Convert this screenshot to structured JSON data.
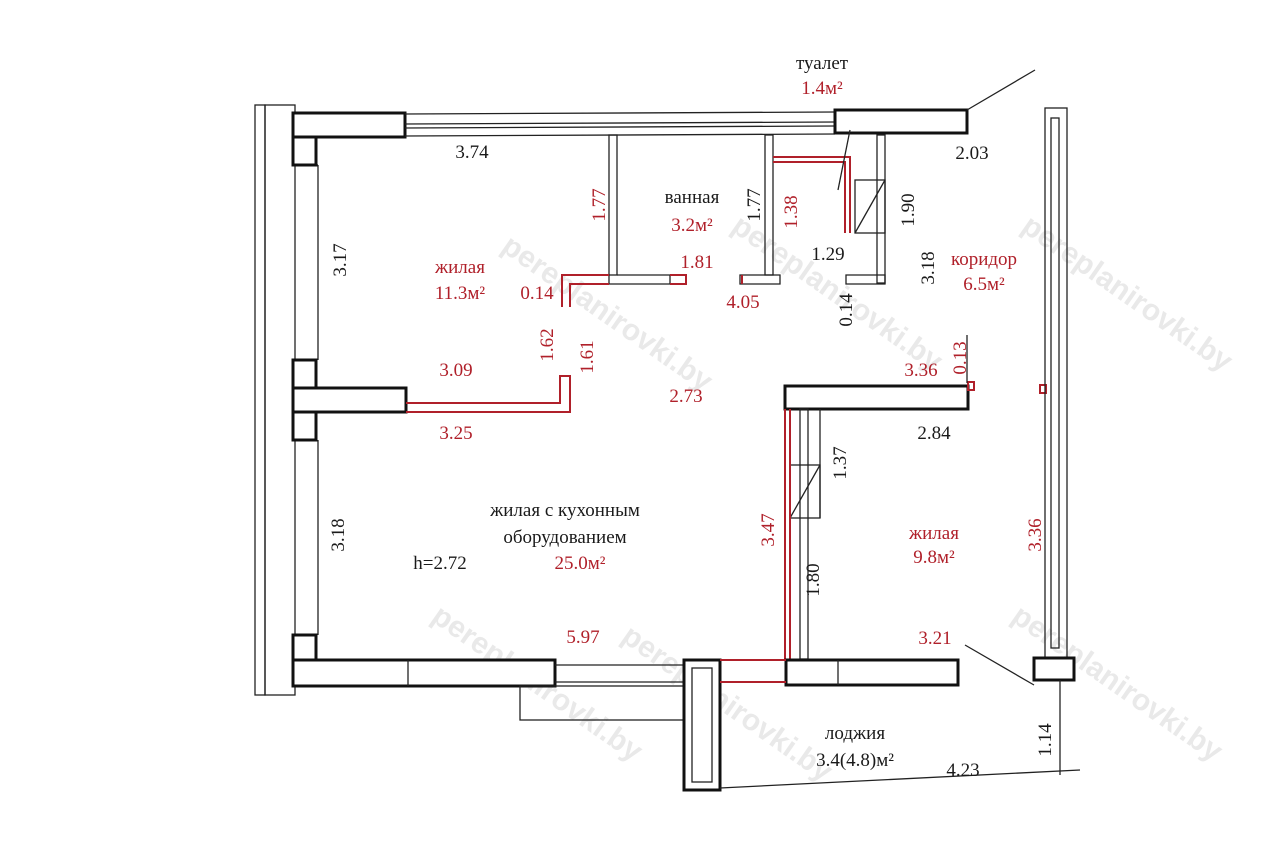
{
  "watermark": "pereplanirovki.by",
  "rooms": {
    "toilet": {
      "name": "туалет",
      "area": "1.4м²"
    },
    "bathroom": {
      "name": "ванная",
      "area": "3.2м²"
    },
    "living1": {
      "name": "жилая",
      "area": "11.3м²"
    },
    "corridor": {
      "name": "коридор",
      "area": "6.5м²"
    },
    "kitchen_living": {
      "name_line1": "жилая с кухонным",
      "name_line2": "оборудованием",
      "area": "25.0м²"
    },
    "living2": {
      "name": "жилая",
      "area": "9.8м²"
    },
    "loggia": {
      "name": "лоджия",
      "area": "3.4(4.8)м²"
    }
  },
  "ceiling_height": "h=2.72",
  "dimensions": {
    "d374": "3.74",
    "d203": "2.03",
    "d177a": "1.77",
    "d177b": "1.77",
    "d138": "1.38",
    "d190": "1.90",
    "d317": "3.17",
    "d014a": "0.14",
    "d181": "1.81",
    "d405": "4.05",
    "d129": "1.29",
    "d014b": "0.14",
    "d318a": "3.18",
    "d162": "1.62",
    "d161": "1.61",
    "d309": "3.09",
    "d273": "2.73",
    "d336a": "3.36",
    "d013": "0.13",
    "d325": "3.25",
    "d284": "2.84",
    "d137": "1.37",
    "d336b": "3.36",
    "d347": "3.47",
    "d318b": "3.18",
    "d180": "1.80",
    "d597": "5.97",
    "d321": "3.21",
    "d423": "4.23",
    "d114": "1.14"
  }
}
